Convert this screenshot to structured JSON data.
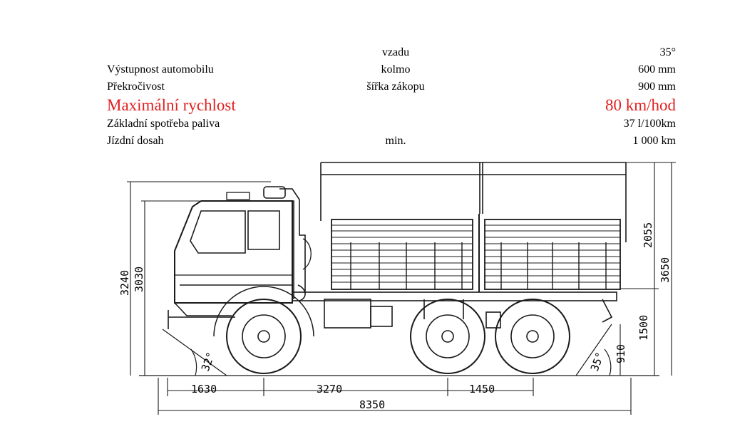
{
  "specs": {
    "rows": [
      {
        "label": "",
        "condition": "vzadu",
        "value": "35°",
        "highlight": false
      },
      {
        "label": "Výstupnost automobilu",
        "condition": "kolmo",
        "value": "600 mm",
        "highlight": false
      },
      {
        "label": "Překročivost",
        "condition": "šířka zákopu",
        "value": "900 mm",
        "highlight": false
      },
      {
        "label": "Maximální rychlost",
        "condition": "",
        "value": "80 km/hod",
        "highlight": true
      },
      {
        "label": "Základní spotřeba paliva",
        "condition": "",
        "value": "37 l/100km",
        "highlight": false
      },
      {
        "label": "Jízdní dosah",
        "condition": "min.",
        "value": "1 000 km",
        "highlight": false
      }
    ]
  },
  "colors": {
    "highlight": "#e02020",
    "text": "#000000",
    "line": "#1a1a1a"
  },
  "drawing": {
    "dimensions": {
      "front_overhang": "1630",
      "wheelbase_front": "3270",
      "wheelbase_rear": "1450",
      "total_length": "8350",
      "cab_height_outer": "3240",
      "cab_height_inner": "3030",
      "tarp_height": "2055",
      "total_height": "3650",
      "bed_floor_height": "1500",
      "rear_low_height": "910",
      "approach_angle": "32°",
      "departure_angle": "35°"
    }
  }
}
